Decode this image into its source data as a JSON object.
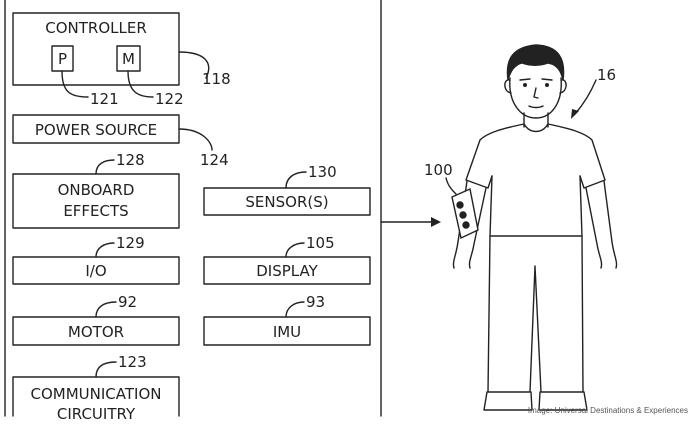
{
  "boxes": {
    "controller": "CONTROLLER",
    "p": "P",
    "m": "M",
    "power_source": "POWER SOURCE",
    "onboard_effects_line1": "ONBOARD",
    "onboard_effects_line2": "EFFECTS",
    "sensors": "SENSOR(S)",
    "io": "I/O",
    "display": "DISPLAY",
    "motor": "MOTOR",
    "imu": "IMU",
    "communication_line1": "COMMUNICATION",
    "communication_line2": "CIRCUITRY"
  },
  "refs": {
    "controller": "118",
    "p": "121",
    "m": "122",
    "power_source": "124",
    "onboard_effects": "128",
    "sensors": "130",
    "io": "129",
    "display": "105",
    "motor": "92",
    "imu": "93",
    "communication": "123",
    "device": "100",
    "person": "16"
  },
  "credit": "Image: Universal Destinations & Experiences"
}
